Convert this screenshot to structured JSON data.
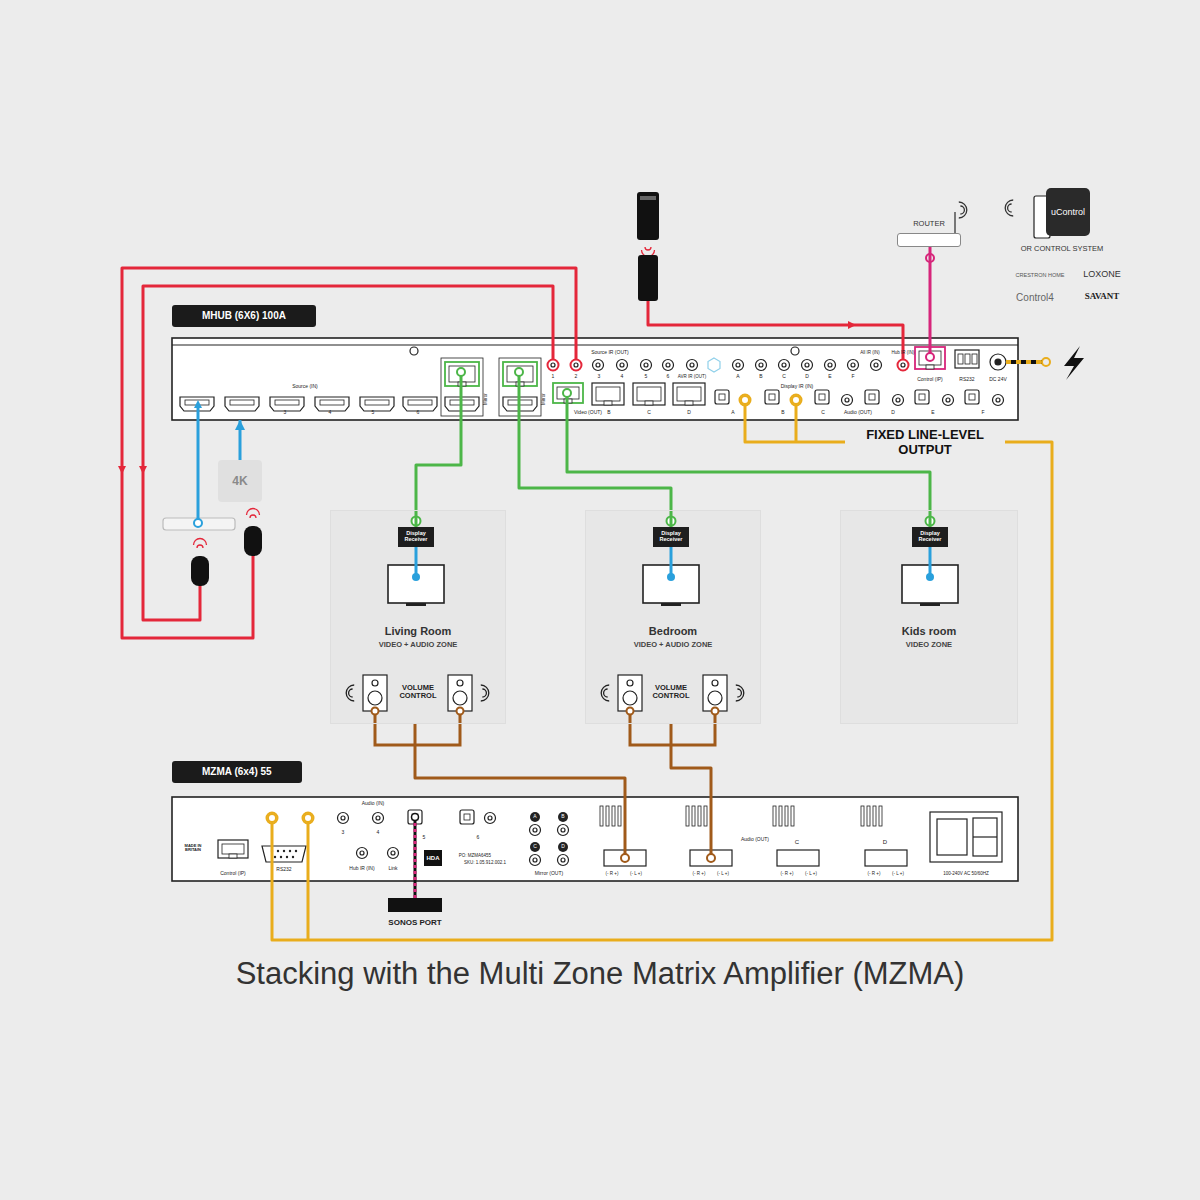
{
  "diagram": {
    "caption": "Stacking with the Multi Zone Matrix Amplifier (MZMA)",
    "nodes": [
      {
        "text": [
          "uControl"
        ]
      },
      {
        "text": [
          "ROUTER"
        ]
      },
      {
        "text": [
          "MHUB (6X6) 100A"
        ]
      },
      {
        "text": [
          "4K"
        ]
      },
      {
        "text": [
          "Living Room",
          "VIDEO + AUDIO ZONE"
        ]
      },
      {
        "text": [
          "Display Receiver"
        ],
        "in": 4
      },
      {
        "text": [
          "Bedroom",
          "VIDEO + AUDIO ZONE"
        ]
      },
      {
        "text": [
          "Display Receiver"
        ],
        "in": 6
      },
      {
        "text": [
          "Kids room",
          "VIDEO ZONE"
        ]
      },
      {
        "text": [
          "Display Receiver"
        ],
        "in": 8
      },
      {
        "text": [
          "MZMA (6x4) 55"
        ]
      },
      {
        "text": [
          "SONOS PORT"
        ]
      }
    ],
    "edges": [
      {
        "from": 1,
        "to": 2,
        "arrow": "none"
      },
      {
        "from": 3,
        "to": 2,
        "arrow": "to"
      },
      {
        "from": 2,
        "to": 5,
        "arrow": "none"
      },
      {
        "from": 2,
        "to": 7,
        "arrow": "none"
      },
      {
        "from": 2,
        "to": 9,
        "arrow": "none"
      },
      {
        "from": 2,
        "to": 10,
        "label": "FIXED LINE-LEVEL OUTPUT",
        "arrow": "none"
      },
      {
        "from": 4,
        "to": 10,
        "arrow": "none"
      },
      {
        "from": 6,
        "to": 10,
        "arrow": "none"
      },
      {
        "from": 11,
        "to": 10,
        "arrow": "none"
      }
    ],
    "labels": [
      "Source (IN)",
      "3",
      "4",
      "5",
      "6",
      "Mirror",
      "Mirror",
      "Source IR (OUT)",
      "1",
      "2",
      "3",
      "4",
      "5",
      "6",
      "AVR IR (OUT)",
      "Display IR (IN)",
      "A",
      "B",
      "C",
      "D",
      "E",
      "F",
      "Video (OUT)",
      "B",
      "C",
      "D",
      "A",
      "B",
      "C",
      "D",
      "E",
      "F",
      "Audio (OUT)",
      "All IR (IN)",
      "Hub IR (IN)",
      "Control (IP)",
      "RS232",
      "DC 24V",
      "MADE IN BRITAIN",
      "Control (IP)",
      "RS232",
      "Audio (IN)",
      "3",
      "4",
      "5",
      "6",
      "Hub IR (IN)",
      "Link",
      "HDA",
      "PO: MZMA6455",
      "SKU: 1.05.912.002.1",
      "A",
      "B",
      "C",
      "D",
      "Mirror (OUT)",
      "Audio (OUT)",
      "C",
      "D",
      "(- R +)",
      "(- L +)",
      "(- R +)",
      "(- L +)",
      "(- R +)",
      "(- L +)",
      "(- R +)",
      "(- L +)",
      "100-240V AC 50/60HZ",
      "VOLUME CONTROL",
      "VOLUME CONTROL",
      "OR CONTROL SYSTEM",
      "CRESTRON HOME",
      "LOXONE",
      "Control4",
      "SAVANT"
    ]
  }
}
